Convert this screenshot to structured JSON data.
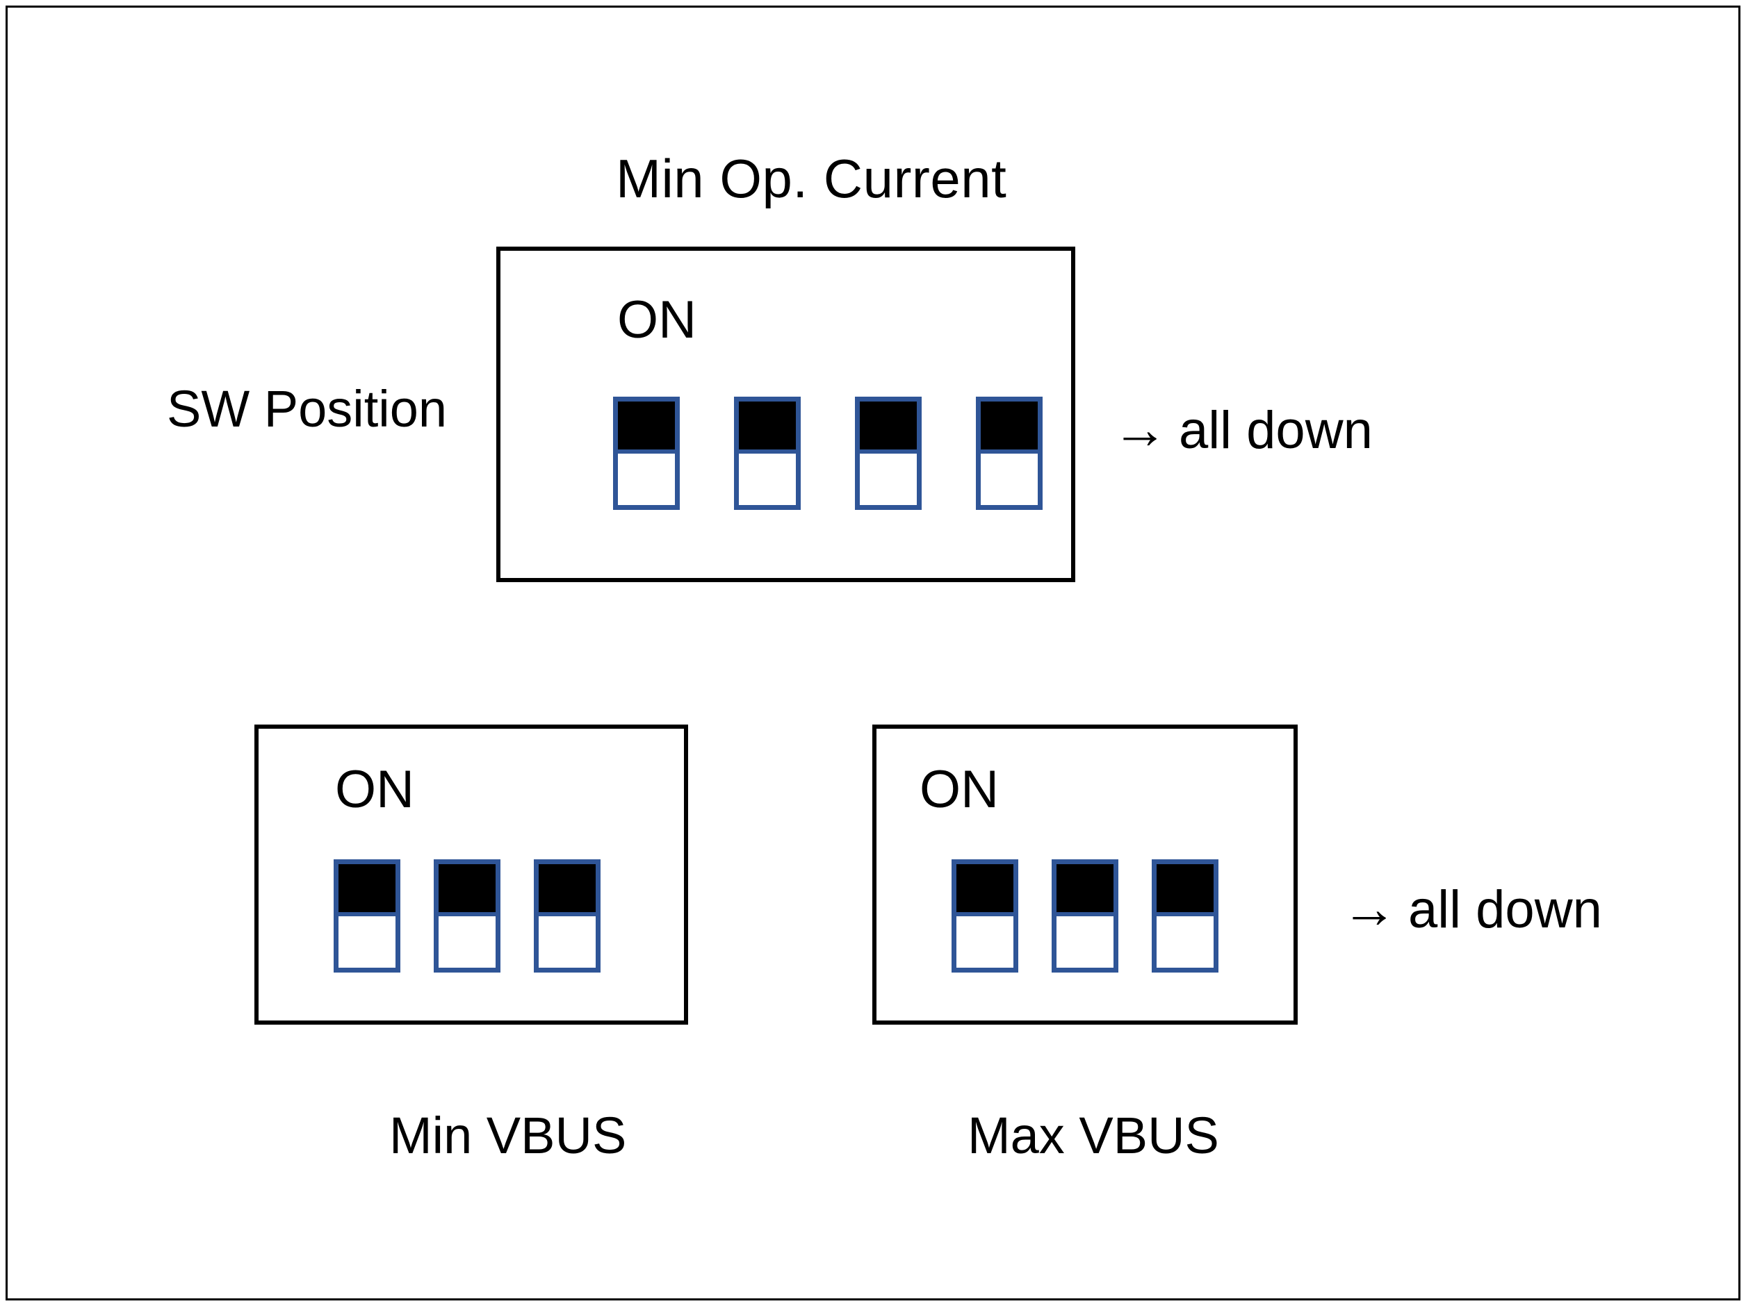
{
  "figure": {
    "title": "Min Op. Current",
    "background_color": "#FFFFFF",
    "frame_color": "#000000"
  },
  "labels": {
    "sw_position": "SW Position",
    "min_vbus": "Min VBUS",
    "max_vbus": "Max VBUS"
  },
  "colors": {
    "switch_outline": "#2F5597",
    "switch_on_fill": "#000000",
    "switch_off_fill": "#FFFFFF",
    "block_outline": "#000000"
  },
  "notes": {
    "arrow_glyph": "→",
    "top_note": "all down",
    "bottom_note": "all down"
  },
  "blocks": [
    {
      "id": "min-op-current",
      "on_label": "ON",
      "switch_count": 4,
      "switches": [
        {
          "index": 1,
          "top": "filled",
          "bottom": "empty"
        },
        {
          "index": 2,
          "top": "filled",
          "bottom": "empty"
        },
        {
          "index": 3,
          "top": "filled",
          "bottom": "empty"
        },
        {
          "index": 4,
          "top": "filled",
          "bottom": "empty"
        }
      ]
    },
    {
      "id": "min-vbus",
      "on_label": "ON",
      "switch_count": 3,
      "switches": [
        {
          "index": 1,
          "top": "filled",
          "bottom": "empty"
        },
        {
          "index": 2,
          "top": "filled",
          "bottom": "empty"
        },
        {
          "index": 3,
          "top": "filled",
          "bottom": "empty"
        }
      ]
    },
    {
      "id": "max-vbus",
      "on_label": "ON",
      "switch_count": 3,
      "switches": [
        {
          "index": 1,
          "top": "filled",
          "bottom": "empty"
        },
        {
          "index": 2,
          "top": "filled",
          "bottom": "empty"
        },
        {
          "index": 3,
          "top": "filled",
          "bottom": "empty"
        }
      ]
    }
  ]
}
